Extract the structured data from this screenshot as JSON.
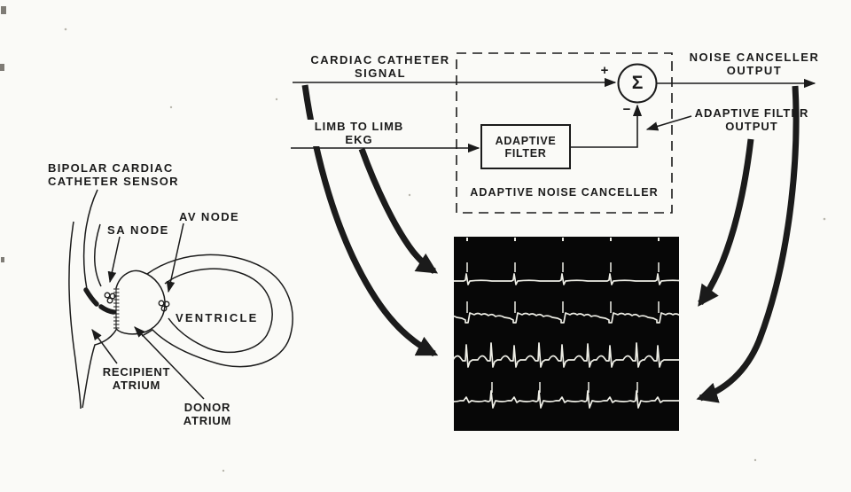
{
  "diagram": {
    "heart": {
      "labels": {
        "bipolar_sensor": "BIPOLAR CARDIAC\nCATHETER SENSOR",
        "sa_node": "SA NODE",
        "av_node": "AV NODE",
        "ventricle": "VENTRICLE",
        "recipient_atrium": "RECIPIENT\nATRIUM",
        "donor_atrium": "DONOR\nATRIUM"
      }
    },
    "block": {
      "inputs": {
        "cardiac_catheter_signal": "CARDIAC CATHETER\nSIGNAL",
        "limb_to_limb_ekg": "LIMB TO LIMB\nEKG"
      },
      "outputs": {
        "noise_canceller_output": "NOISE CANCELLER\nOUTPUT",
        "adaptive_filter_output": "ADAPTIVE FILTER\nOUTPUT"
      },
      "filter_block": "ADAPTIVE\nFILTER",
      "enclosure": "ADAPTIVE NOISE CANCELLER",
      "summer": {
        "symbol": "Σ",
        "plus": "+",
        "minus": "−"
      }
    },
    "scope": {
      "trace_count": 4,
      "traces": [
        {
          "id": "trace-1",
          "kind": "flat-spikes"
        },
        {
          "id": "trace-2",
          "kind": "bumpy"
        },
        {
          "id": "trace-3",
          "kind": "mixed-ekg"
        },
        {
          "id": "trace-4",
          "kind": "clean-ekg"
        }
      ]
    },
    "connections": [
      {
        "from": "limb_to_limb_ekg",
        "to": "trace-1"
      },
      {
        "from": "adaptive_filter_output",
        "to": "trace-2"
      },
      {
        "from": "cardiac_catheter_signal",
        "to": "trace-3"
      },
      {
        "from": "noise_canceller_output",
        "to": "trace-4"
      }
    ],
    "colors": {
      "paper": "#fafaf7",
      "ink": "#1b1b1b",
      "scope-bg": "#070707",
      "trace": "#eeeee6"
    }
  }
}
